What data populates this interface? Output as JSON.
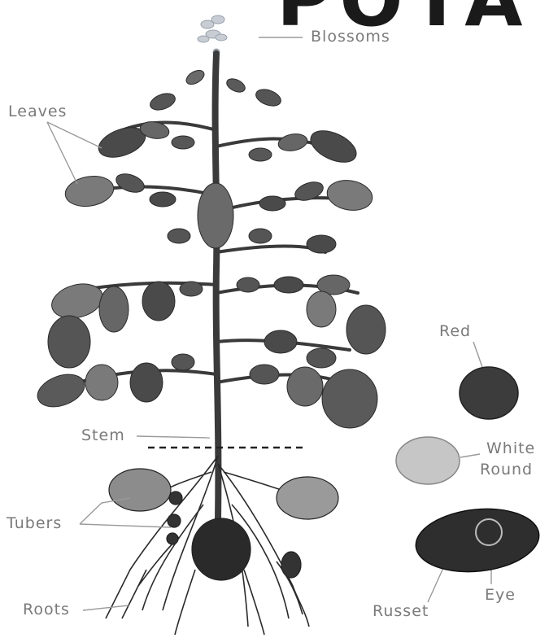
{
  "title_fragment": "POTA",
  "labels": {
    "blossoms": "Blossoms",
    "leaves": "Leaves",
    "stem": "Stem",
    "tubers": "Tubers",
    "roots": "Roots",
    "red": "Red",
    "white_line1": "White",
    "white_line2": "Round",
    "russet": "Russet",
    "eye": "Eye"
  },
  "colors": {
    "ink": "#1f1f1f",
    "leaf": "#4a4a4a",
    "leaf_light": "#8a8a8a",
    "label": "#7a7a7a",
    "red_potato": "#3c3c3c",
    "white_potato": "#c6c6c6",
    "russet_potato": "#2e2e2e"
  }
}
